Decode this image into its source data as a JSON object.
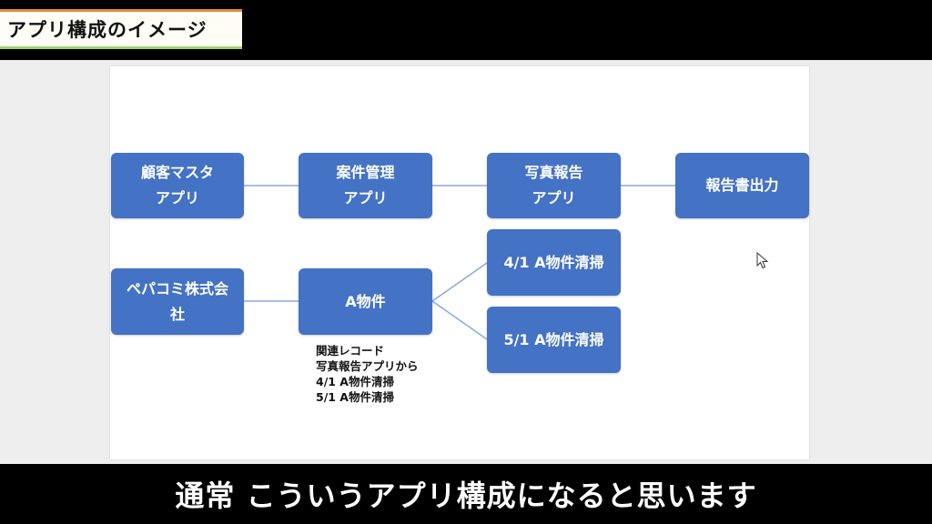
{
  "header": {
    "title": "アプリ構成のイメージ"
  },
  "diagram": {
    "nodes": {
      "customer_master": {
        "line1": "顧客マスタ",
        "line2": "アプリ"
      },
      "project_mgmt": {
        "line1": "案件管理",
        "line2": "アプリ"
      },
      "photo_report": {
        "line1": "写真報告",
        "line2": "アプリ"
      },
      "report_output": {
        "line1": "報告書出力"
      },
      "company": {
        "line1": "ペパコミ株式会",
        "line2": "社"
      },
      "property_a": {
        "line1": "A物件"
      },
      "cleaning_0401": {
        "line1": "4/1 A物件清掃"
      },
      "cleaning_0501": {
        "line1": "5/1 A物件清掃"
      }
    },
    "note": {
      "lines": [
        "関連レコード",
        "写真報告アプリから",
        "4/1 A物件清掃",
        "5/1 A物件清掃"
      ]
    },
    "colors": {
      "node_fill": "#4472c4",
      "connector": "#8ea9db"
    }
  },
  "caption": {
    "text": "通常 こういうアプリ構成になると思います"
  }
}
